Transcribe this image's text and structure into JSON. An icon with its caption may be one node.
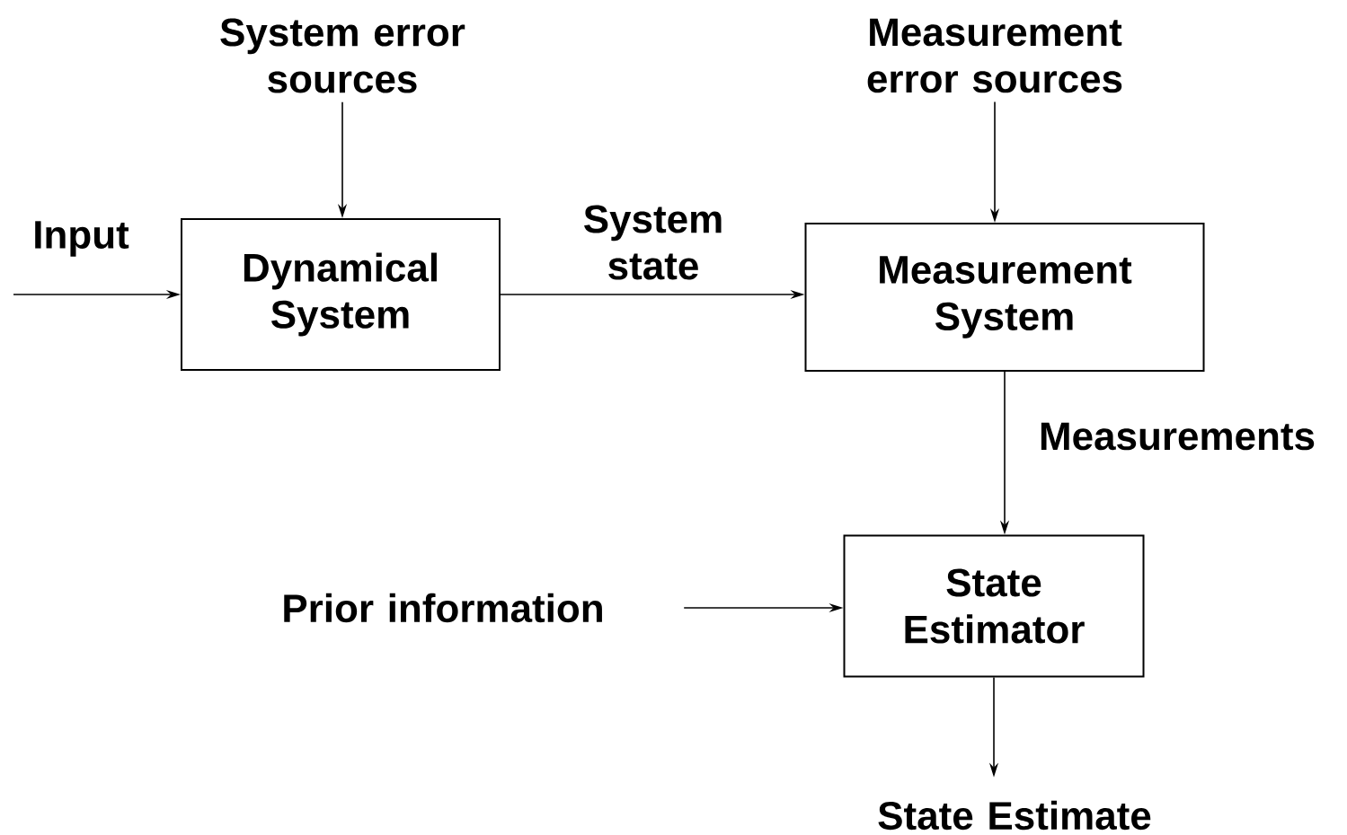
{
  "diagram": {
    "nodes": [
      {
        "text": [
          "System error sources"
        ]
      },
      {
        "text": [
          "Dynamical System"
        ]
      },
      {
        "text": [
          "Measurement error sources"
        ]
      },
      {
        "text": [
          "Measurement System"
        ]
      },
      {
        "text": [
          "State Estimator"
        ]
      },
      {
        "text": [
          "Prior information"
        ]
      },
      {
        "text": [
          "State Estimate"
        ]
      }
    ],
    "edges": [
      {
        "from": null,
        "to": 1,
        "arrow": "to",
        "label": "Input"
      },
      {
        "from": 0,
        "to": 1,
        "arrow": "to"
      },
      {
        "from": 1,
        "to": 3,
        "arrow": "to",
        "label": "System state"
      },
      {
        "from": 2,
        "to": 3,
        "arrow": "to"
      },
      {
        "from": 3,
        "to": 4,
        "arrow": "to",
        "label": "Measurements"
      },
      {
        "from": 5,
        "to": 4,
        "arrow": "to"
      },
      {
        "from": 4,
        "to": 6,
        "arrow": "to"
      }
    ]
  }
}
